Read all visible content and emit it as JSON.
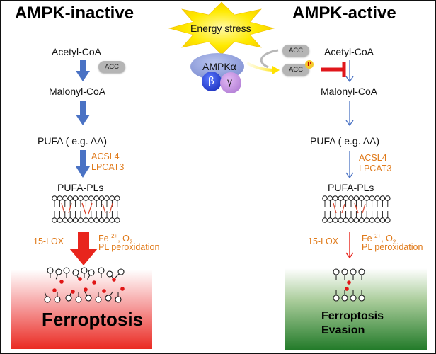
{
  "left": {
    "title": "AMPK-inactive",
    "acetyl": "Acetyl-CoA",
    "acc": "ACC",
    "malonyl": "Malonyl-CoA",
    "pufa": "PUFA ( e.g. AA)",
    "acsl4": "ACSL4",
    "lpcat3": "LPCAT3",
    "pufa_pls": "PUFA-PLs",
    "lox": "15-LOX",
    "fe": "Fe",
    "fe_sup": "2+",
    "o2": ", O",
    "o2_sub": "2",
    "peroxidation": "PL peroxidation",
    "outcome": "Ferroptosis"
  },
  "right": {
    "title": "AMPK-active",
    "acetyl": "Acetyl-CoA",
    "malonyl": "Malonyl-CoA",
    "pufa": "PUFA ( e.g. AA)",
    "acsl4": "ACSL4",
    "lpcat3": "LPCAT3",
    "pufa_pls": "PUFA-PLs",
    "lox": "15-LOX",
    "fe": "Fe",
    "fe_sup": "2+",
    "o2": ", O",
    "o2_sub": "2",
    "peroxidation": "PL peroxidation",
    "outcome_line1": "Ferroptosis",
    "outcome_line2": "Evasion"
  },
  "center": {
    "stress": "Energy stress",
    "ampk": "AMPKα",
    "beta": "β",
    "gamma": "γ",
    "acc_top": "ACC",
    "acc_bottom": "ACC",
    "phospho": "P"
  },
  "colors": {
    "blue_arrow": "#4a72c4",
    "red_arrow": "#e8251d",
    "orange_text": "#e07a1a",
    "star_fill": "#ffe400",
    "ampk_alpha": "#8e9dd8",
    "beta": "#2f4fd6",
    "gamma": "#c48fe0",
    "acc_pill": "#b5b5b5",
    "phospho": "#f5c92a",
    "inhibition": "#e0161b",
    "ferroptosis_panel": "#ea2a22",
    "evasion_panel": "#237b2a"
  }
}
